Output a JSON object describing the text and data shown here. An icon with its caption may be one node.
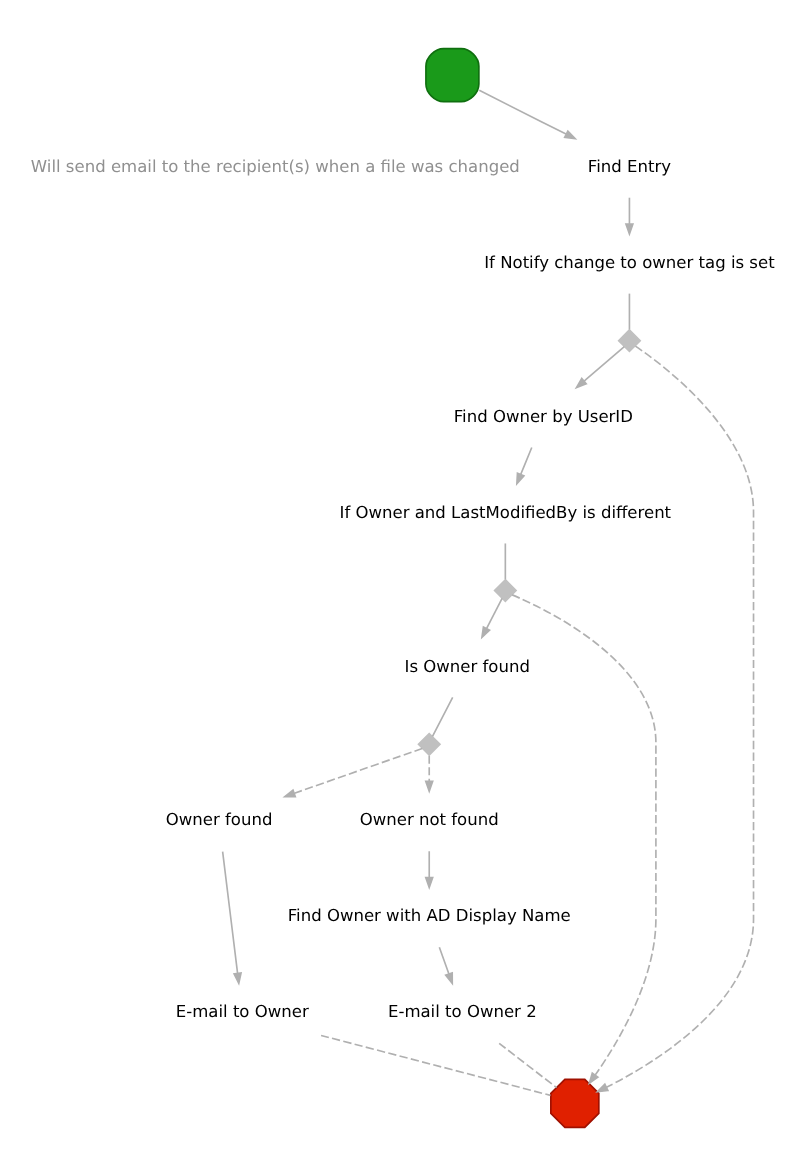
{
  "diagram": {
    "nodes": [
      {
        "text": [],
        "shape": "box",
        "beside": [
          "Will send email to the recipient(s) when a file was changed"
        ]
      },
      {
        "text": [
          "Find Entry"
        ]
      },
      {
        "text": [
          "If Notify change to owner tag is set"
        ]
      },
      {
        "text": [],
        "shape": "diamond"
      },
      {
        "text": [
          "Find Owner by UserID"
        ]
      },
      {
        "text": [
          "If Owner and LastModifiedBy is different"
        ]
      },
      {
        "text": [],
        "shape": "diamond"
      },
      {
        "text": [
          "Is Owner found"
        ]
      },
      {
        "text": [],
        "shape": "diamond"
      },
      {
        "text": [
          "Owner found"
        ]
      },
      {
        "text": [
          "E-mail to Owner"
        ]
      },
      {
        "text": [
          "Owner not found"
        ]
      },
      {
        "text": [
          "Find Owner with AD Display Name"
        ]
      },
      {
        "text": [
          "E-mail to Owner 2"
        ]
      },
      {
        "text": [],
        "shape": "octagon"
      }
    ],
    "edges": [
      {
        "from": 0,
        "to": 1,
        "arrow": "to"
      },
      {
        "from": 1,
        "to": 2,
        "arrow": "to"
      },
      {
        "from": 2,
        "to": 3,
        "arrow": "none"
      },
      {
        "from": 3,
        "to": 4,
        "arrow": "to"
      },
      {
        "from": 4,
        "to": 5,
        "arrow": "to"
      },
      {
        "from": 5,
        "to": 6,
        "arrow": "none"
      },
      {
        "from": 6,
        "to": 7,
        "arrow": "to"
      },
      {
        "from": 7,
        "to": 8,
        "arrow": "none"
      },
      {
        "from": 8,
        "to": 9,
        "arrow": "to",
        "style": "dashed"
      },
      {
        "from": 8,
        "to": 11,
        "arrow": "to",
        "style": "dashed"
      },
      {
        "from": 9,
        "to": 10,
        "arrow": "to"
      },
      {
        "from": 11,
        "to": 12,
        "arrow": "to"
      },
      {
        "from": 12,
        "to": 13,
        "arrow": "to"
      },
      {
        "from": 10,
        "to": 14,
        "arrow": "none",
        "style": "dashed"
      },
      {
        "from": 13,
        "to": 14,
        "arrow": "none",
        "style": "dashed"
      },
      {
        "from": 6,
        "to": 14,
        "arrow": "to",
        "style": "dashed"
      },
      {
        "from": 3,
        "to": 14,
        "arrow": "to",
        "style": "dashed"
      }
    ]
  }
}
